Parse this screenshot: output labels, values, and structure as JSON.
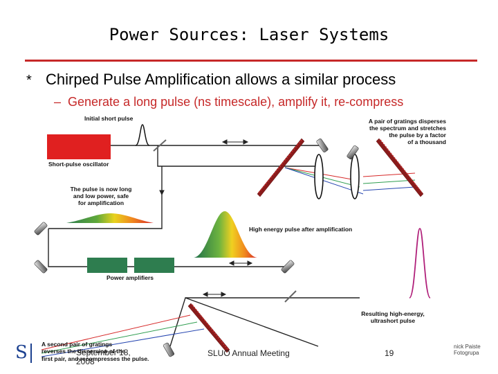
{
  "slide": {
    "title": "Power Sources: Laser Systems",
    "bullet1_marker": "*",
    "bullet1": "Chirped Pulse Amplification allows a similar process",
    "bullet2_marker": "–",
    "bullet2": "Generate a long pulse (ns timescale), amplify it, re-compress"
  },
  "figure": {
    "initial_pulse": "Initial short pulse",
    "oscillator": "Short-pulse oscillator",
    "gratings_1": "A pair of gratings disperses",
    "gratings_2": "the spectrum and stretches",
    "gratings_3": "the pulse by a factor",
    "gratings_4": "of a thousand",
    "long_pulse_1": "The pulse is now long",
    "long_pulse_2": "and low power, safe",
    "long_pulse_3": "for amplification",
    "high_energy": "High energy pulse after amplification",
    "amplifiers": "Power amplifiers",
    "result_1": "Resulting high-energy,",
    "result_2": "ultrashort pulse",
    "second_1": "A second pair of gratings",
    "second_2": "reverses the dispersion of the",
    "second_3": "first pair, and recompresses the pulse."
  },
  "footer": {
    "date_line1": "September 18,",
    "date_line2": "2008",
    "meeting": "SLUO Annual Meeting",
    "page": "19",
    "logo_letter": "S",
    "corner_logo_1": "nick Paiste",
    "corner_logo_2": "Fotogrupa"
  },
  "colors": {
    "accent": "#c62828",
    "oscillator": "#e02020",
    "amplifier": "#2e7d4f"
  }
}
